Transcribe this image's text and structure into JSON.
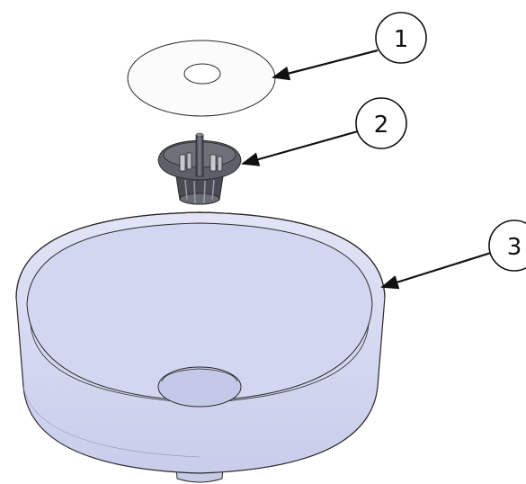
{
  "callouts": [
    {
      "number": "1",
      "part": "filter-disc"
    },
    {
      "number": "2",
      "part": "drain-strainer"
    },
    {
      "number": "3",
      "part": "bowl"
    }
  ],
  "colors": {
    "disc_fill": "#fbfbfb",
    "bowl_fill": "#d9dbf2",
    "bowl_inner": "#cfd2ee",
    "strainer_fill": "#5e6069",
    "strainer_dark": "#3a3c43",
    "line": "#2a2a2a",
    "arrow": "#111111"
  }
}
